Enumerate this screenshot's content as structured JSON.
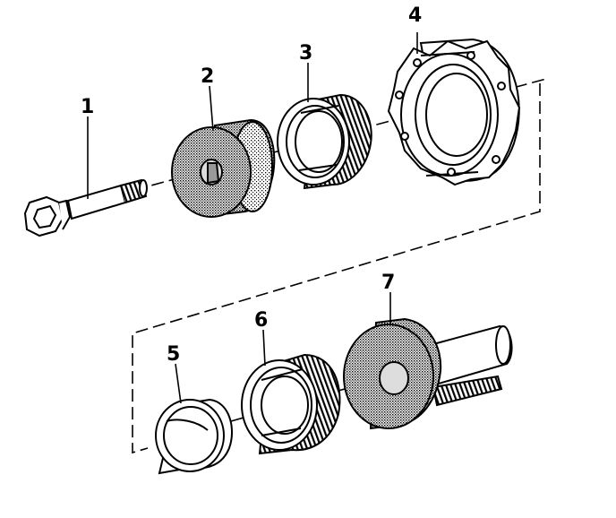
{
  "colors": {
    "ink": "#000000",
    "stipple": "#b8b8b8",
    "background": "#ffffff"
  },
  "callouts": [
    {
      "id": "1",
      "label": "1"
    },
    {
      "id": "2",
      "label": "2"
    },
    {
      "id": "3",
      "label": "3"
    },
    {
      "id": "4",
      "label": "4"
    },
    {
      "id": "5",
      "label": "5"
    },
    {
      "id": "6",
      "label": "6"
    },
    {
      "id": "7",
      "label": "7"
    }
  ]
}
